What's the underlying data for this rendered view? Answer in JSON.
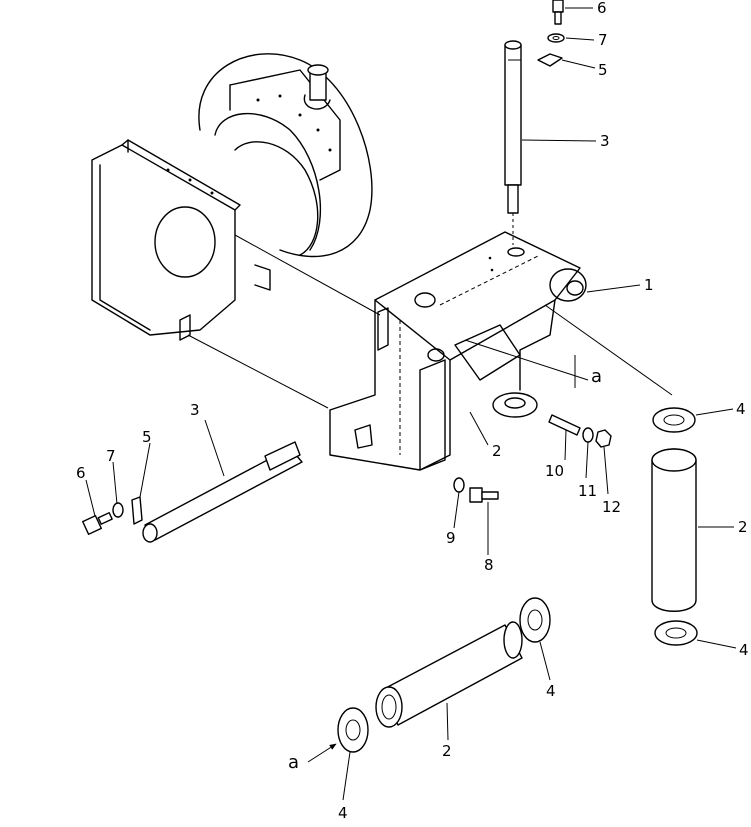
{
  "labels": {
    "p1": "1",
    "p2a": "2",
    "p2b": "2",
    "p2c": "2",
    "p3a": "3",
    "p3b": "3",
    "p4a": "4",
    "p4b": "4",
    "p4c": "4",
    "p4d": "4",
    "p5a": "5",
    "p5b": "5",
    "p6a": "6",
    "p6b": "6",
    "p7a": "7",
    "p7b": "7",
    "p8": "8",
    "p9": "9",
    "p10": "10",
    "p11": "11",
    "p12": "12",
    "ref_a1": "a",
    "ref_a2": "a"
  }
}
